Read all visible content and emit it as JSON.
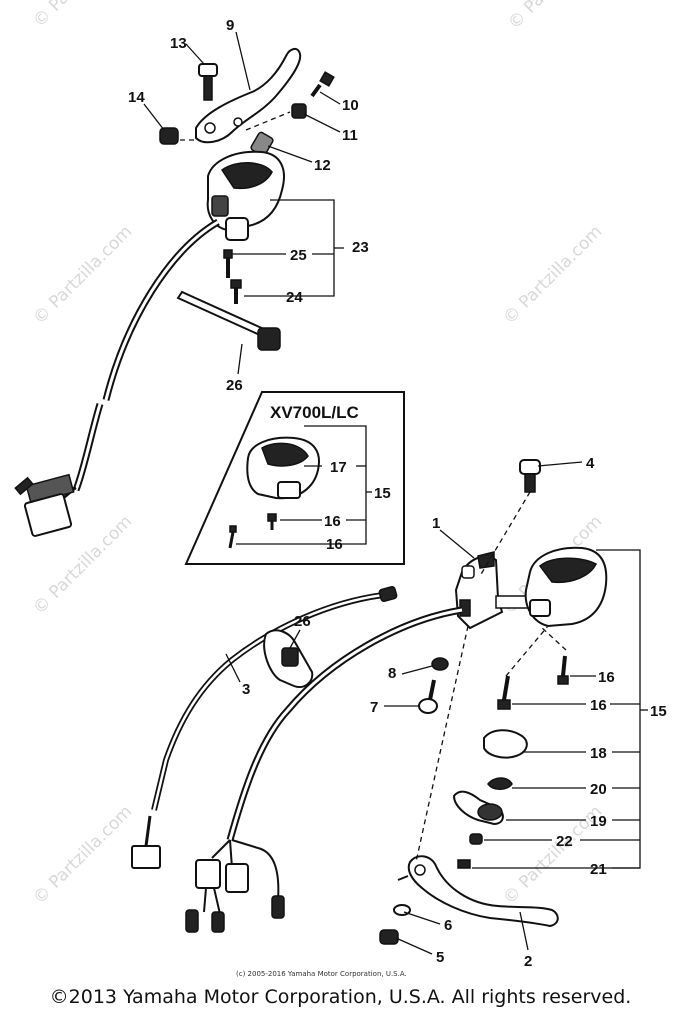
{
  "watermark": {
    "text": "© Partzilla.com"
  },
  "copyright_small": "(c) 2005-2016 Yamaha Motor Corporation, U.S.A.",
  "footer": "©2013 Yamaha Motor Corporation, U.S.A. All rights reserved.",
  "inset": {
    "title": "XV700L/LC"
  },
  "callouts": {
    "c1": "1",
    "c2": "2",
    "c3": "3",
    "c4": "4",
    "c5": "5",
    "c6": "6",
    "c7": "7",
    "c8": "8",
    "c9": "9",
    "c10": "10",
    "c11": "11",
    "c12": "12",
    "c13": "13",
    "c14": "14",
    "c15a": "15",
    "c15b": "15",
    "c16a": "16",
    "c16b": "16",
    "c16c": "16",
    "c16d": "16",
    "c17": "17",
    "c18": "18",
    "c19": "19",
    "c20": "20",
    "c21": "21",
    "c22": "22",
    "c23": "23",
    "c24": "24",
    "c25": "25",
    "c26a": "26",
    "c26b": "26"
  }
}
